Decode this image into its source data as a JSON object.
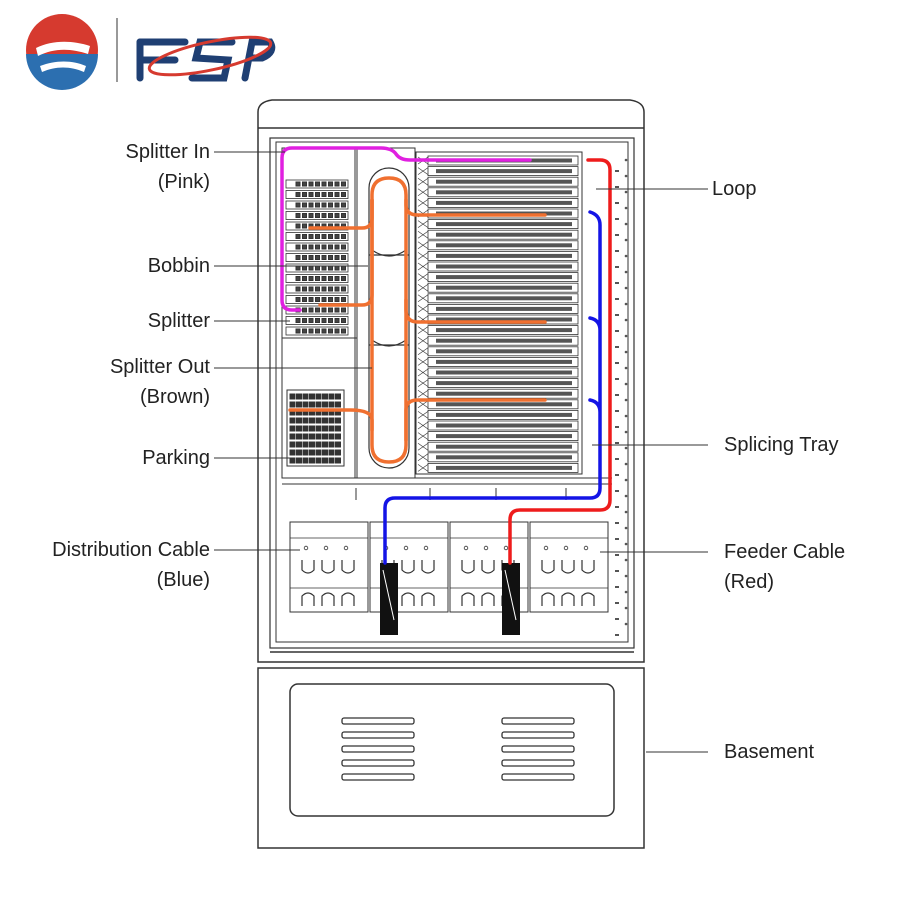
{
  "brand": {
    "name": "FSP",
    "colors": {
      "red": "#d63a2f",
      "blue": "#2c6fb0",
      "navy": "#1f3f73"
    }
  },
  "labels": {
    "splitter_in": "Splitter In",
    "splitter_in_sub": "(Pink)",
    "bobbin": "Bobbin",
    "splitter": "Splitter",
    "splitter_out": "Splitter Out",
    "splitter_out_sub": "(Brown)",
    "parking": "Parking",
    "distribution_cable": "Distribution Cable",
    "distribution_cable_sub": "(Blue)",
    "loop": "Loop",
    "splicing_tray": "Splicing Tray",
    "feeder_cable": "Feeder Cable",
    "feeder_cable_sub": "(Red)",
    "basement": "Basement"
  },
  "colors": {
    "pink": "#e020e0",
    "brown": "#f07030",
    "blue": "#1414e6",
    "red": "#ee1c1c",
    "line": "#333333"
  }
}
